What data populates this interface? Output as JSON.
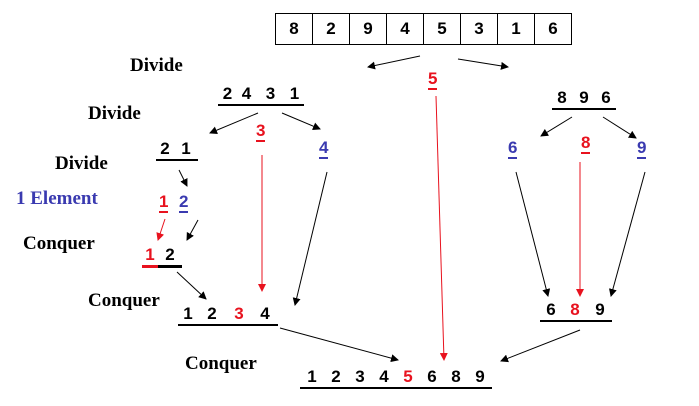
{
  "initial_array": [
    "8",
    "2",
    "9",
    "4",
    "5",
    "3",
    "1",
    "6"
  ],
  "labels": {
    "divide_1": "Divide",
    "divide_2": "Divide",
    "divide_3": "Divide",
    "one_element": "1 Element",
    "conquer_1": "Conquer",
    "conquer_2": "Conquer",
    "conquer_3": "Conquer"
  },
  "pivots": {
    "level1": "5",
    "left_level2": "3",
    "right_level2": "8",
    "left_level3": "1"
  },
  "groups": {
    "left_l1": [
      "2",
      "4",
      "3",
      "1"
    ],
    "right_l1": [
      "8",
      "9",
      "6"
    ],
    "left_l2_left": [
      "2",
      "1"
    ],
    "left_l2_right": "4",
    "right_l2_left": "6",
    "right_l2_right": "9",
    "left_l3_right": "2",
    "conquer_small": [
      "1",
      "2"
    ],
    "conquer_left": [
      "1",
      "2",
      "3",
      "4"
    ],
    "conquer_right": [
      "6",
      "8",
      "9"
    ],
    "final": [
      "1",
      "2",
      "3",
      "4",
      "5",
      "6",
      "8",
      "9"
    ]
  },
  "colors": {
    "pivot": "#e8121e",
    "single": "#3a3ab0",
    "text": "#000000"
  }
}
